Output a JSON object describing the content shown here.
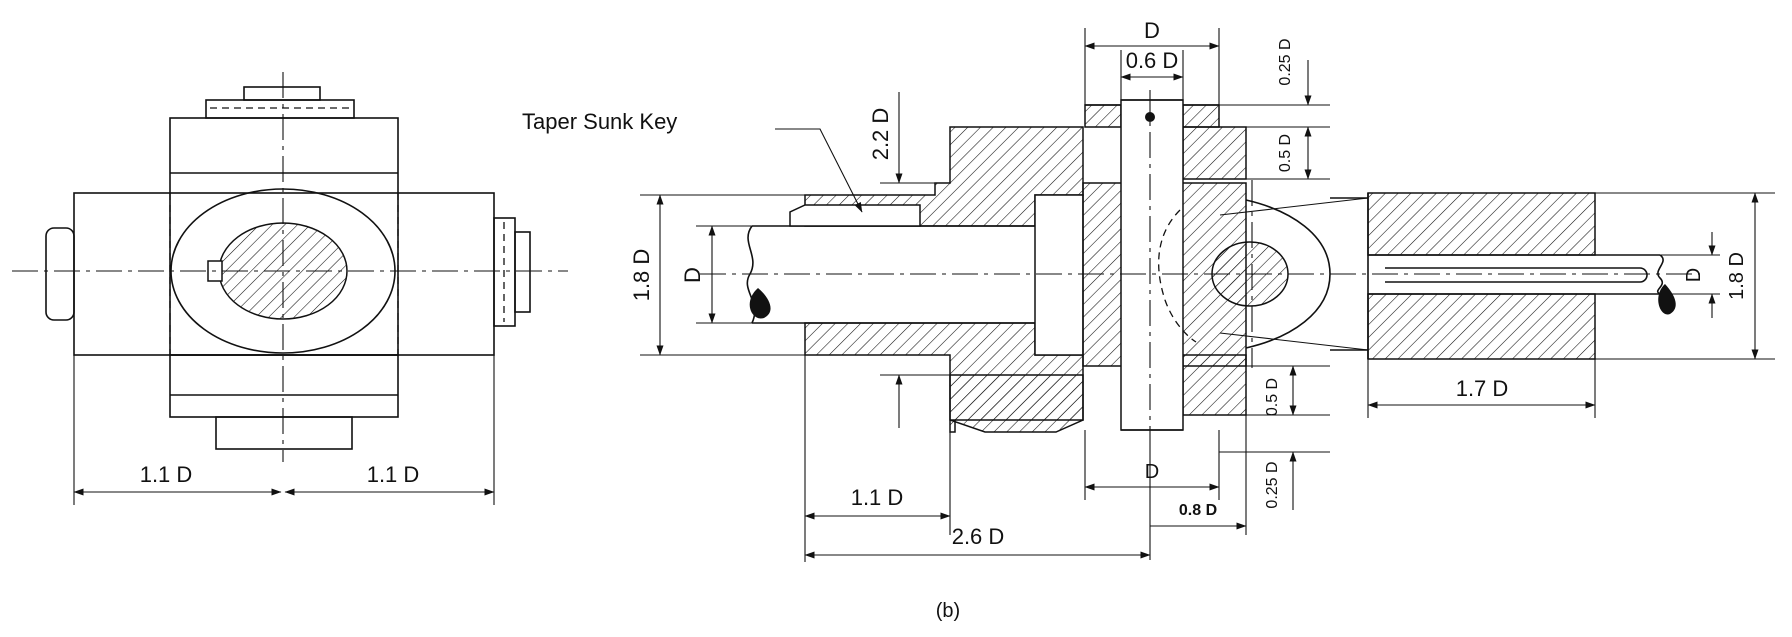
{
  "labels": {
    "key_label": "Taper Sunk Key",
    "dim_D_top": "D",
    "dim_06D": "0.6 D",
    "dim_025D_top": "0.25 D",
    "dim_05D_top": "0.5 D",
    "dim_22D": "2.2 D",
    "dim_18D_left": "1.8 D",
    "dim_D_left": "D",
    "dim_D_right": "D",
    "dim_18D_right": "1.8 D",
    "dim_17D": "1.7 D",
    "dim_05D_bottom": "0.5 D",
    "dim_025D_bottom": "0.25 D",
    "dim_D_bottom": "D",
    "dim_08D": "0.8 D",
    "dim_11D_center": "1.1 D",
    "dim_26D": "2.6 D",
    "dim_11D_view_left": "1.1 D",
    "dim_11D_view_right": "1.1 D",
    "caption": "(b)"
  }
}
